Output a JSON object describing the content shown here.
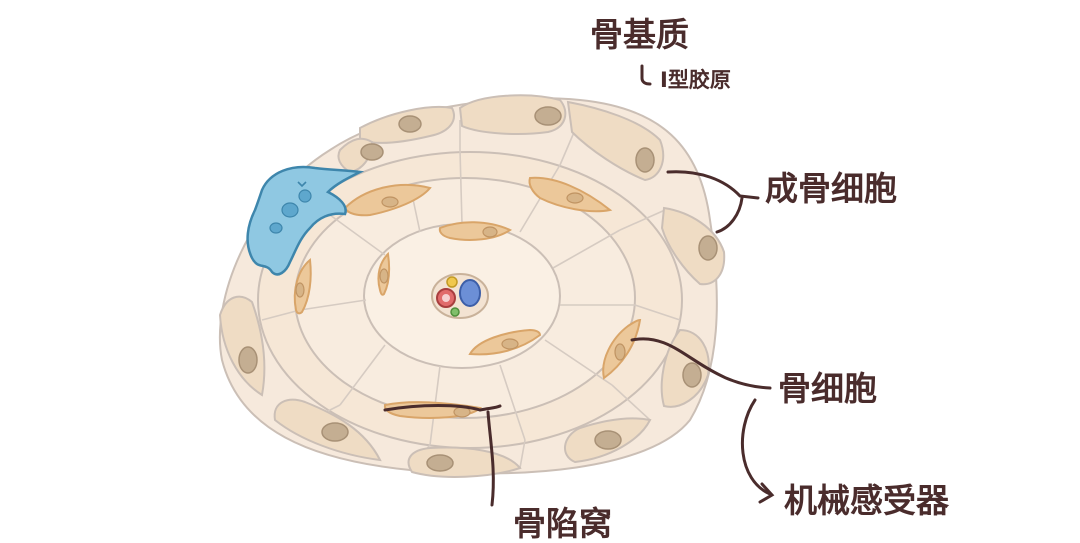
{
  "labels": {
    "bone_matrix": "骨基质",
    "type1_collagen": "I型胶原",
    "osteoblast": "成骨细胞",
    "osteocyte": "骨细胞",
    "mechanoreceptor": "机械感受器",
    "bone_lacuna": "骨陷窝"
  },
  "colors": {
    "line": "#4a2c2c",
    "outline": "#cbbfb6",
    "matrix": "#f6e9dc",
    "cell_fill": "#efdcc4",
    "nucleus": "#c4ae92",
    "osteocyte": "#ecc89a",
    "osteocyte_edge": "#d9a569",
    "osteoclast": "#8fc8e2",
    "osteoclast_edge": "#3e86ac",
    "artery": "#e16b6b",
    "vein": "#6c8fd6",
    "nerve": "#f0c84e",
    "lymph": "#7fbf6a"
  }
}
